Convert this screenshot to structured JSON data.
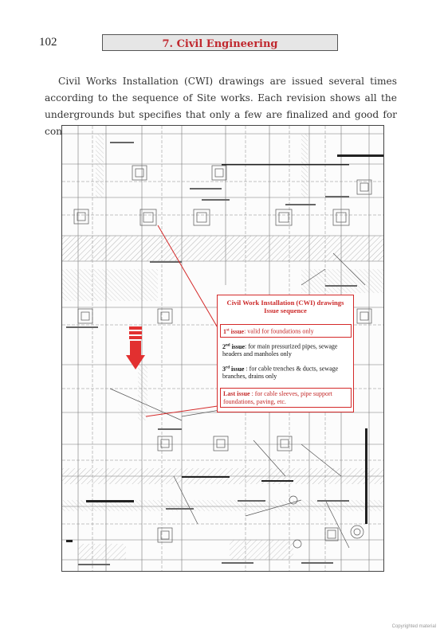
{
  "page": {
    "number": "102",
    "chapter_title": "7. Civil Engineering",
    "intro_text": "Civil Works Installation (CWI) drawings are issued several times according to the sequence of Site works. Each revision shows all the undergrounds but specifies that only a few are finalized and good for construction (IFC)."
  },
  "callout": {
    "title_line1": "Civil Work Installation (CWI) drawings",
    "title_line2": "Issue sequence",
    "issues": [
      {
        "ordinal": "1",
        "suffix": "st",
        "label": " issue",
        "text": ": valid for foundations only"
      },
      {
        "ordinal": "2",
        "suffix": "nd",
        "label": " issue",
        "text": ": for main pressurized pipes, sewage headers and manholes only"
      },
      {
        "ordinal": "3",
        "suffix": "rd",
        "label": " issue",
        "text": " : for cable trenches & ducts, sewage branches, drains only"
      },
      {
        "ordinal": "Last",
        "suffix": "",
        "label": " issue",
        "text": " : for cable sleeves, pipe support foundations, paving, etc."
      }
    ]
  },
  "footer": {
    "copyright": "Copyrighted material"
  },
  "colors": {
    "accent_red": "#d42a2a",
    "banner_bg": "#e6e6e6"
  }
}
